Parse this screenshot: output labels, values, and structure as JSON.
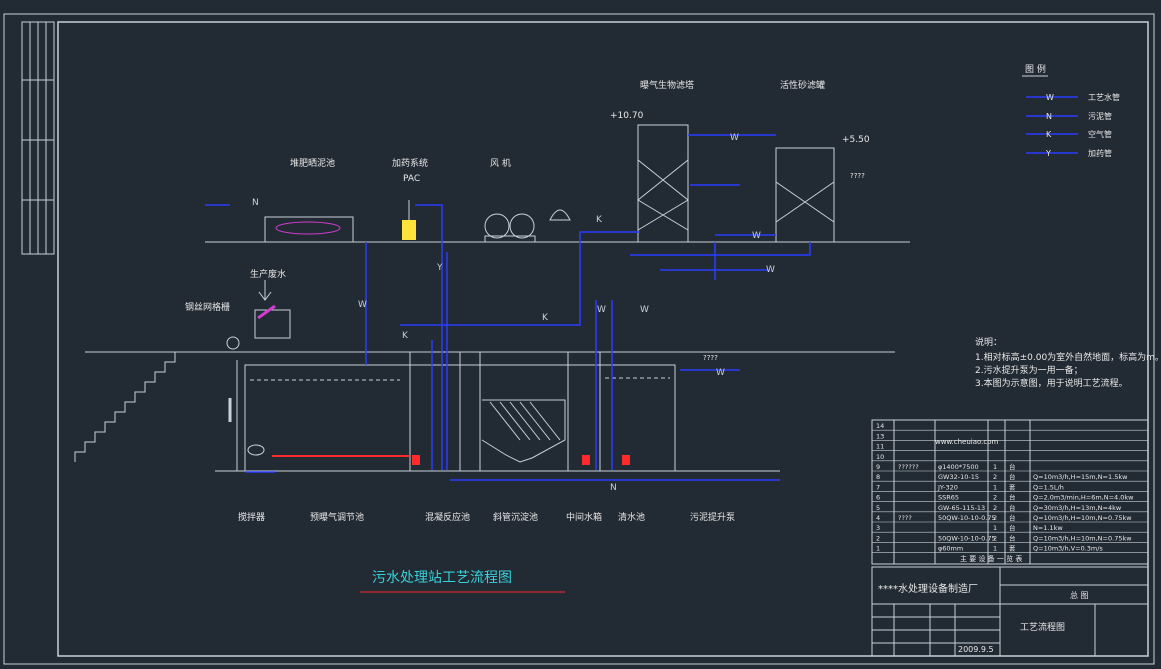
{
  "drawing_title": "污水处理站工艺流程图",
  "equipment_top": {
    "biofilter": "曝气生物滤塔",
    "sandfilter": "活性砂滤罐",
    "sludge_pond": "堆肥晒泥池",
    "dosing": "加药系统",
    "pac": "PAC",
    "blower": "风 机",
    "source_water": "生产废水",
    "screen": "钢丝网格栅"
  },
  "elevations": {
    "el1": "+10.70",
    "el2": "+5.50"
  },
  "tank_labels": [
    "搅拌器",
    "预曝气调节池",
    "混凝反应池",
    "斜管沉淀池",
    "中间水箱",
    "清水池",
    "污泥提升泵"
  ],
  "pipe_letters": {
    "W": "W",
    "N": "N",
    "K": "K",
    "Y": "Y"
  },
  "legend": {
    "title": "图 例",
    "items": [
      {
        "code": "W",
        "label": "工艺水管",
        "color": "#2a3cff"
      },
      {
        "code": "N",
        "label": "污泥管",
        "color": "#2a3cff"
      },
      {
        "code": "K",
        "label": "空气管",
        "color": "#2a3cff"
      },
      {
        "code": "Y",
        "label": "加药管",
        "color": "#2a3cff"
      }
    ]
  },
  "notes": {
    "heading": "说明：",
    "lines": [
      "1.相对标高±0.00为室外自然地面，标高为m。",
      "2.污水提升泵为一用一备；",
      "3.本图为示意图，用于说明工艺流程。"
    ]
  },
  "equipment_table": {
    "caption": "主 要 设 备 一 览 表",
    "rows": [
      {
        "no": "14",
        "name": "",
        "spec": "",
        "qty": "",
        "unit": "",
        "remark": ""
      },
      {
        "no": "13",
        "name": "",
        "spec": "",
        "qty": "",
        "unit": "",
        "remark": ""
      },
      {
        "no": "11",
        "name": "",
        "spec": "",
        "qty": "",
        "unit": "",
        "remark": ""
      },
      {
        "no": "10",
        "name": "",
        "spec": "",
        "qty": "",
        "unit": "",
        "remark": ""
      },
      {
        "no": "9",
        "name": "??????",
        "spec": "φ1400*7500",
        "qty": "1",
        "unit": "台",
        "remark": ""
      },
      {
        "no": "8",
        "name": "",
        "spec": "GW32-10-15",
        "qty": "2",
        "unit": "台",
        "remark": "Q=10m3/h,H=15m,N=1.5kw"
      },
      {
        "no": "7",
        "name": "",
        "spec": "JY-320",
        "qty": "1",
        "unit": "套",
        "remark": "Q=1.5L/h"
      },
      {
        "no": "6",
        "name": "",
        "spec": "SSR65",
        "qty": "2",
        "unit": "台",
        "remark": "Q=2.0m3/min,H=6m,N=4.0kw"
      },
      {
        "no": "5",
        "name": "",
        "spec": "GW-65-115-13",
        "qty": "2",
        "unit": "台",
        "remark": "Q=30m3/h,H=13m,N=4kw"
      },
      {
        "no": "4",
        "name": "????",
        "spec": "50QW-10-10-0.75",
        "qty": "2",
        "unit": "台",
        "remark": "Q=10m3/h,H=10m,N=0.75kw"
      },
      {
        "no": "3",
        "name": "",
        "spec": "",
        "qty": "1",
        "unit": "台",
        "remark": "N=1.1kw"
      },
      {
        "no": "2",
        "name": "",
        "spec": "50QW-10-10-0.75",
        "qty": "2",
        "unit": "台",
        "remark": "Q=10m3/h,H=10m,N=0.75kw"
      },
      {
        "no": "1",
        "name": "",
        "spec": "φ60mm",
        "qty": "1",
        "unit": "套",
        "remark": "Q=10m3/h,V=0.3m/s"
      }
    ],
    "url_row": "www.cheuiao.com"
  },
  "title_block": {
    "company": "****水处理设备制造厂",
    "drawing_name": "工艺流程图",
    "sub": "总 图",
    "date": "2009.9.5"
  },
  "unknown_marks": [
    "????",
    "????"
  ]
}
